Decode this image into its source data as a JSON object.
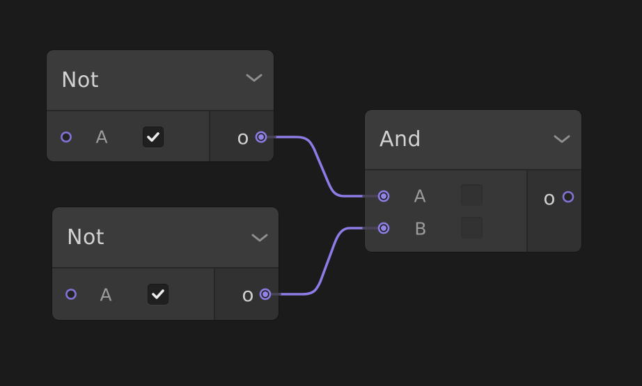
{
  "editor": {
    "type": "logic-node-graph"
  },
  "colors": {
    "canvas_bg": "#1b1b1b",
    "node_header_bg": "#3b3b3b",
    "node_input_section_bg": "#373737",
    "node_output_section_bg": "#313131",
    "wire": "#8d7ce6",
    "port_ring": "#8174d6",
    "title_text": "#d2d2d2",
    "label_text": "#9c9c9c",
    "output_label_text": "#cfcfcf"
  },
  "nodes": [
    {
      "title": "Not",
      "collapse_icon": "chevron-down-icon",
      "inputs": [
        {
          "label": "A",
          "control": "checkbox",
          "checked": true,
          "connected": false
        }
      ],
      "outputs": [
        {
          "label": "o",
          "connected": true
        }
      ]
    },
    {
      "title": "Not",
      "collapse_icon": "chevron-down-icon",
      "inputs": [
        {
          "label": "A",
          "control": "checkbox",
          "checked": true,
          "connected": false
        }
      ],
      "outputs": [
        {
          "label": "o",
          "connected": true
        }
      ]
    },
    {
      "title": "And",
      "collapse_icon": "chevron-down-icon",
      "inputs": [
        {
          "label": "A",
          "control": "checkbox",
          "checked": false,
          "connected": true
        },
        {
          "label": "B",
          "control": "checkbox",
          "checked": false,
          "connected": true
        }
      ],
      "outputs": [
        {
          "label": "o",
          "connected": false
        }
      ]
    }
  ],
  "connections": [
    {
      "from_node": 0,
      "from_output": "o",
      "to_node": 2,
      "to_input": "A"
    },
    {
      "from_node": 1,
      "from_output": "o",
      "to_node": 2,
      "to_input": "B"
    }
  ]
}
